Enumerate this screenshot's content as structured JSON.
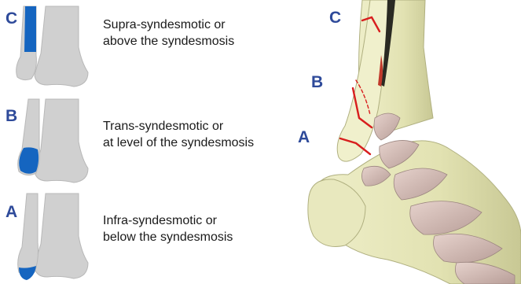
{
  "diagram": {
    "colors": {
      "fracture_blue": "#1565c0",
      "bone_gray": "#d0d0d0",
      "label_blue": "#2e4a9a",
      "fracture_line_red": "#d81e1e"
    },
    "panels": [
      {
        "letter": "C",
        "line1": "Supra-syndesmotic or",
        "line2": "above the syndesmosis"
      },
      {
        "letter": "B",
        "line1": "Trans-syndesmotic or",
        "line2": "at level of the syndesmosis"
      },
      {
        "letter": "A",
        "line1": "Infra-syndesmotic or",
        "line2": "below the syndesmosis"
      }
    ],
    "illustration_labels": {
      "c": "C",
      "b": "B",
      "a": "A"
    }
  }
}
